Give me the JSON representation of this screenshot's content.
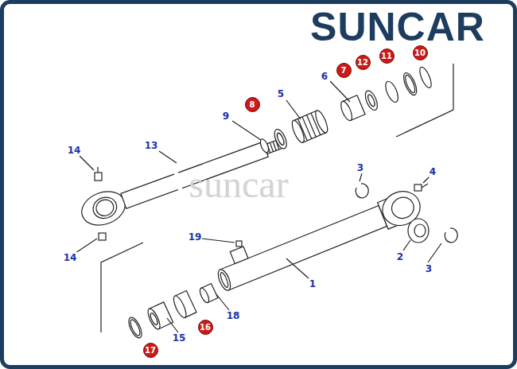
{
  "diagram": {
    "labels": [
      "SUNCAR",
      "10",
      "11",
      "12",
      "7",
      "6",
      "8",
      "5",
      "9",
      "14",
      "13",
      "suncar",
      "3",
      "4",
      "19",
      "2",
      "3",
      "1",
      "14",
      "18",
      "16",
      "15",
      "17"
    ]
  }
}
